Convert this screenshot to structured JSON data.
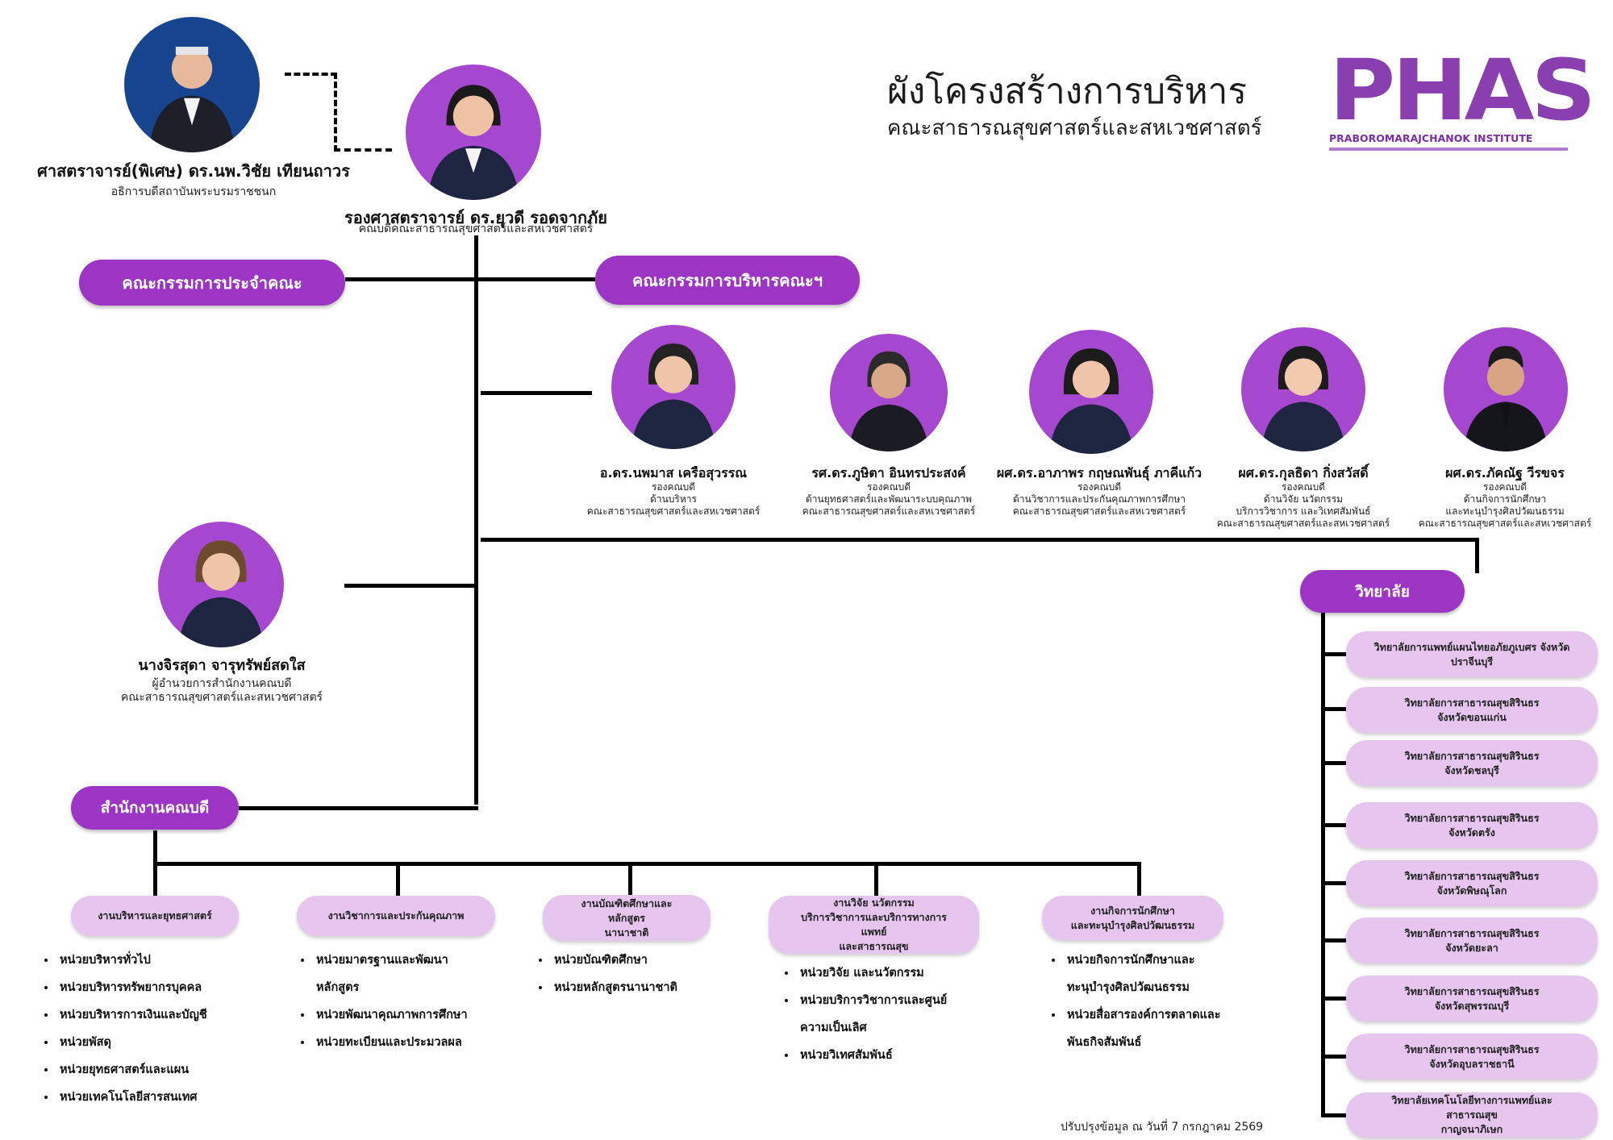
{
  "header": {
    "title": "ผังโครงสร้างการบริหาร",
    "subtitle": "คณะสาธารณสุขศาสตร์และสหเวชศาสตร์",
    "logo_text": "PHAS",
    "logo_subtext": "PRABOROMARAJCHANOK INSTITUTE",
    "accent_color": "#9c35c4",
    "light_color": "#e6c6ef"
  },
  "president": {
    "name": "ศาสตราจารย์(พิเศษ) ดร.นพ.วิชัย เทียนถาวร",
    "role": "อธิการบดีสถาบันพระบรมราชชนก"
  },
  "dean": {
    "name": "รองศาสตราจารย์ ดร.ยุวดี รอดจากภัย",
    "role": "คณบดีคณะสาธารณสุขศาสตร์และสหเวชศาสตร์"
  },
  "committees": {
    "faculty": "คณะกรรมการประจำคณะ",
    "executive": "คณะกรรมการบริหารคณะฯ"
  },
  "vice_deans": [
    {
      "name": "อ.ดร.นพมาส เครือสุวรรณ",
      "role": [
        "รองคณบดี",
        "ด้านบริหาร",
        "คณะสาธารณสุขศาสตร์และสหเวชศาสตร์"
      ]
    },
    {
      "name": "รศ.ดร.ภูษิตา อินทรประสงค์",
      "role": [
        "รองคณบดี",
        "ด้านยุทธศาสตร์และพัฒนาระบบคุณภาพ",
        "คณะสาธารณสุขศาสตร์และสหเวชศาสตร์"
      ]
    },
    {
      "name": "ผศ.ดร.อาภาพร กฤษณพันธุ์ ภาคีแก้ว",
      "role": [
        "รองคณบดี",
        "ด้านวิชาการและประกันคุณภาพการศึกษา",
        "คณะสาธารณสุขศาสตร์และสหเวชศาสตร์"
      ]
    },
    {
      "name": "ผศ.ดร.กุลธิดา กิ่งสวัสดิ์",
      "role": [
        "รองคณบดี",
        "ด้านวิจัย นวัตกรรม",
        "บริการวิชาการ และวิเทศสัมพันธ์",
        "คณะสาธารณสุขศาสตร์และสหเวชศาสตร์"
      ]
    },
    {
      "name": "ผศ.ดร.ภัคณัฐ วีรขจร",
      "role": [
        "รองคณบดี",
        "ด้านกิจการนักศึกษา",
        "และทะนุบำรุงศิลปวัฒนธรรม",
        "คณะสาธารณสุขศาสตร์และสหเวชศาสตร์"
      ]
    }
  ],
  "director": {
    "name": "นางจิรสุดา จารุทรัพย์สดใส",
    "role": [
      "ผู้อำนวยการสำนักงานคณบดี",
      "คณะสาธารณสุขศาสตร์และสหเวชศาสตร์"
    ]
  },
  "office": {
    "label": "สำนักงานคณบดี",
    "departments": [
      {
        "label": [
          "งานบริหารและยุทธศาสตร์"
        ],
        "units": [
          "หน่วยบริหารทั่วไป",
          "หน่วยบริหารทรัพยากรบุคคล",
          "หน่วยบริหารการเงินและบัญชี",
          "หน่วยพัสดุ",
          "หน่วยยุทธศาสตร์และแผน",
          "หน่วยเทคโนโลยีสารสนเทศ"
        ]
      },
      {
        "label": [
          "งานวิชาการและประกันคุณภาพ"
        ],
        "units": [
          "หน่วยมาตรฐานและพัฒนา",
          "หลักสูตร",
          "หน่วยพัฒนาคุณภาพการศึกษา",
          "หน่วยทะเบียนและประมวลผล"
        ]
      },
      {
        "label": [
          "งานบัณฑิตศึกษาและหลักสูตร",
          "นานาชาติ"
        ],
        "units": [
          "หน่วยบัณฑิตศึกษา",
          "หน่วยหลักสูตรนานาชาติ"
        ]
      },
      {
        "label": [
          "งานวิจัย นวัตกรรม",
          "บริการวิชาการและบริการทางการแพทย์",
          "และสาธารณสุข"
        ],
        "units": [
          "หน่วยวิจัย และนวัตกรรม",
          "หน่วยบริการวิชาการและศูนย์",
          "ความเป็นเลิศ",
          "หน่วยวิเทศสัมพันธ์"
        ]
      },
      {
        "label": [
          "งานกิจการนักศึกษา",
          "และทะนุบำรุงศิลปวัฒนธรรม"
        ],
        "units": [
          "หน่วยกิจการนักศึกษาและ",
          "ทะนุบำรุงศิลปวัฒนธรรม",
          "หน่วยสื่อสารองค์การตลาดและ",
          "พันธกิจสัมพันธ์"
        ]
      }
    ]
  },
  "colleges": {
    "label": "วิทยาลัย",
    "items": [
      [
        "วิทยาลัยการแพทย์แผนไทยอภัยภูเบศร จังหวัด",
        "ปราจีนบุรี"
      ],
      [
        "วิทยาลัยการสาธารณสุขสิรินธร",
        "จังหวัดขอนแก่น"
      ],
      [
        "วิทยาลัยการสาธารณสุขสิรินธร",
        "จังหวัดชลบุรี"
      ],
      [
        "วิทยาลัยการสาธารณสุขสิรินธร",
        "จังหวัดตรัง"
      ],
      [
        "วิทยาลัยการสาธารณสุขสิรินธร",
        "จังหวัดพิษณุโลก"
      ],
      [
        "วิทยาลัยการสาธารณสุขสิรินธร",
        "จังหวัดยะลา"
      ],
      [
        "วิทยาลัยการสาธารณสุขสิรินธร",
        "จังหวัดสุพรรณบุรี"
      ],
      [
        "วิทยาลัยการสาธารณสุขสิรินธร",
        "จังหวัดอุบลราชธานี"
      ],
      [
        "วิทยาลัยเทคโนโลยีทางการแพทย์และสาธารณสุข",
        "กาญจนาภิเษก"
      ]
    ]
  },
  "footer": "ปรับปรุงข้อมูล ณ วันที่ 7 กรกฎาคม 2569"
}
